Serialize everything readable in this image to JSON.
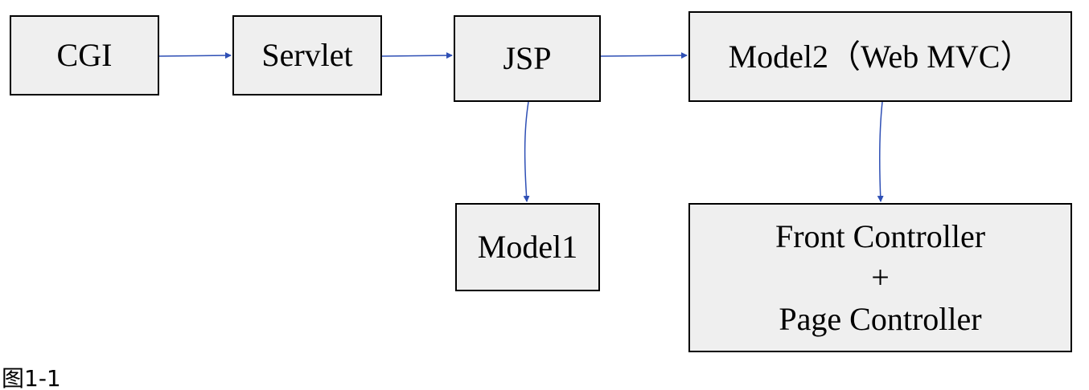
{
  "diagram": {
    "nodes": {
      "cgi": "CGI",
      "servlet": "Servlet",
      "jsp": "JSP",
      "model2": "Model2（Web MVC）",
      "model1": "Model1",
      "front": {
        "line1": "Front Controller",
        "line2": "+",
        "line3": "Page Controller"
      }
    },
    "edges": [
      {
        "from": "CGI",
        "to": "Servlet"
      },
      {
        "from": "Servlet",
        "to": "JSP"
      },
      {
        "from": "JSP",
        "to": "Model2（Web MVC）"
      },
      {
        "from": "JSP",
        "to": "Model1"
      },
      {
        "from": "Model2（Web MVC）",
        "to": "Front Controller + Page Controller"
      }
    ],
    "colors": {
      "box_fill": "#efefef",
      "box_border": "#000000",
      "arrow": "#2e4fb5"
    },
    "caption": "图1-1"
  }
}
